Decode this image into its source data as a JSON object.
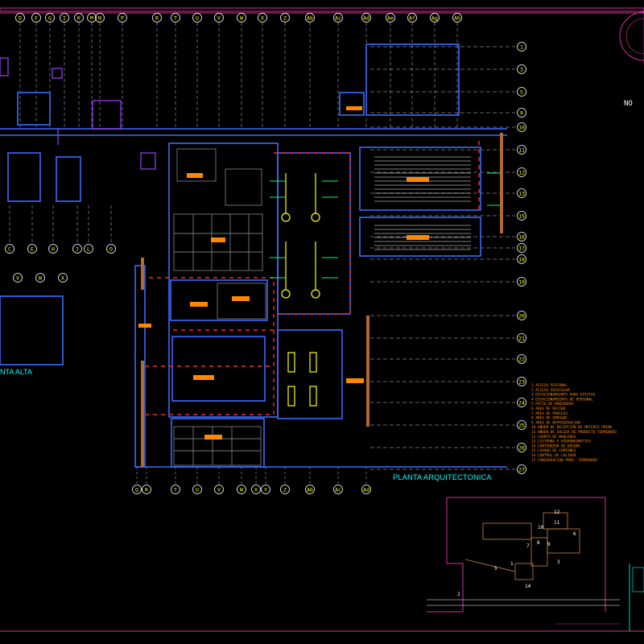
{
  "drawing": {
    "main_title": "PLANTA ARQUITECTONICA",
    "secondary_title": "NTA ALTA",
    "north_label": "NO"
  },
  "grid_top": [
    "D",
    "F",
    "G",
    "I",
    "K",
    "M",
    "N",
    "P",
    "R",
    "T",
    "U",
    "V",
    "W",
    "X",
    "Z",
    "Ab",
    "Ac",
    "Ad",
    "Ae",
    "Af",
    "Ag",
    "Ah"
  ],
  "grid_bottom_left": [
    "C",
    "E",
    "H",
    "J",
    "L",
    "O"
  ],
  "grid_bottom_main": [
    "Q",
    "R",
    "T",
    "U",
    "V",
    "W",
    "X",
    "Y",
    "Z",
    "Ab",
    "Ac",
    "Ad"
  ],
  "grid_mid_left": [
    "V",
    "W",
    "X"
  ],
  "grid_rows": [
    "1",
    "3",
    "5",
    "9",
    "10",
    "11",
    "12",
    "13",
    "15",
    "16",
    "17",
    "18",
    "19",
    "20",
    "21",
    "22",
    "23",
    "24",
    "25",
    "26",
    "27"
  ],
  "legend": [
    "1  ACCESO PEATONAL",
    "2  ACCESO VEHICULAR",
    "3  ESTACIONAMIENTO PARA VISITAS",
    "4  ESTACIONAMIENTO DE PERSONAL",
    "5  PATIO DE MANIOBRAS",
    "6  AREA DE RECIBO",
    "7  AREA DE PROCESO",
    "8  AREA DE EMPAQUE",
    "9  AREA DE REFRIGERACION",
    "10 ANDEN DE RECEPCION DE MATERIA PRIMA",
    "11 ANDEN DE SALIDA DE PRODUCTO TERMINADO",
    "12 CUARTO DE MAQUINAS",
    "13 CISTERNA E HIDRONEUMATICO",
    "14 CONTENEDOR DE BASURA",
    "15 LAVADO DE CAMIONES",
    "16 CONTROL DE CALIDAD",
    "17 CONSERVACION PROD. TERMINADO"
  ],
  "site_numbers": [
    "12",
    "11",
    "10",
    "6",
    "8",
    "9",
    "7",
    "3",
    "1",
    "5",
    "14",
    "2"
  ],
  "colors": {
    "wall": "#3a6bff",
    "partition": "#9a9a9a",
    "column_grid": "#ffffff",
    "accent_orange": "#ff8800",
    "accent_yellow": "#ffff00",
    "accent_red": "#ff2222",
    "accent_green": "#00ff66",
    "accent_cyan": "#00ffff",
    "purple": "#a040ff",
    "magenta": "#cc3399",
    "brown": "#b06a30",
    "site_orange": "#d08040"
  }
}
